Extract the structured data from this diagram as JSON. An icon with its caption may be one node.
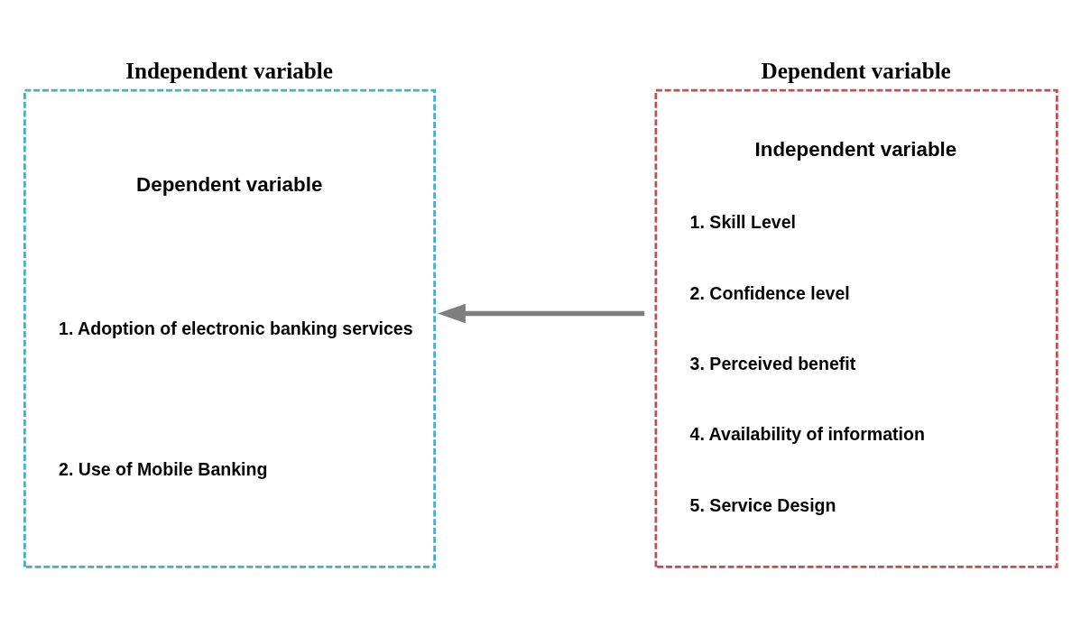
{
  "diagram": {
    "nodes": [
      {
        "text": [
          "Independent variable",
          "Dependent variable",
          "1. Adoption of electronic banking services",
          "2. Use of Mobile Banking"
        ]
      },
      {
        "text": [
          "Dependent variable",
          "Independent variable",
          "1. Skill Level",
          "2. Confidence level",
          "3. Perceived benefit",
          "4. Availability of information",
          "5. Service Design"
        ]
      }
    ],
    "edges": [
      {
        "from": 1,
        "to": 0,
        "arrow": "to"
      }
    ]
  }
}
